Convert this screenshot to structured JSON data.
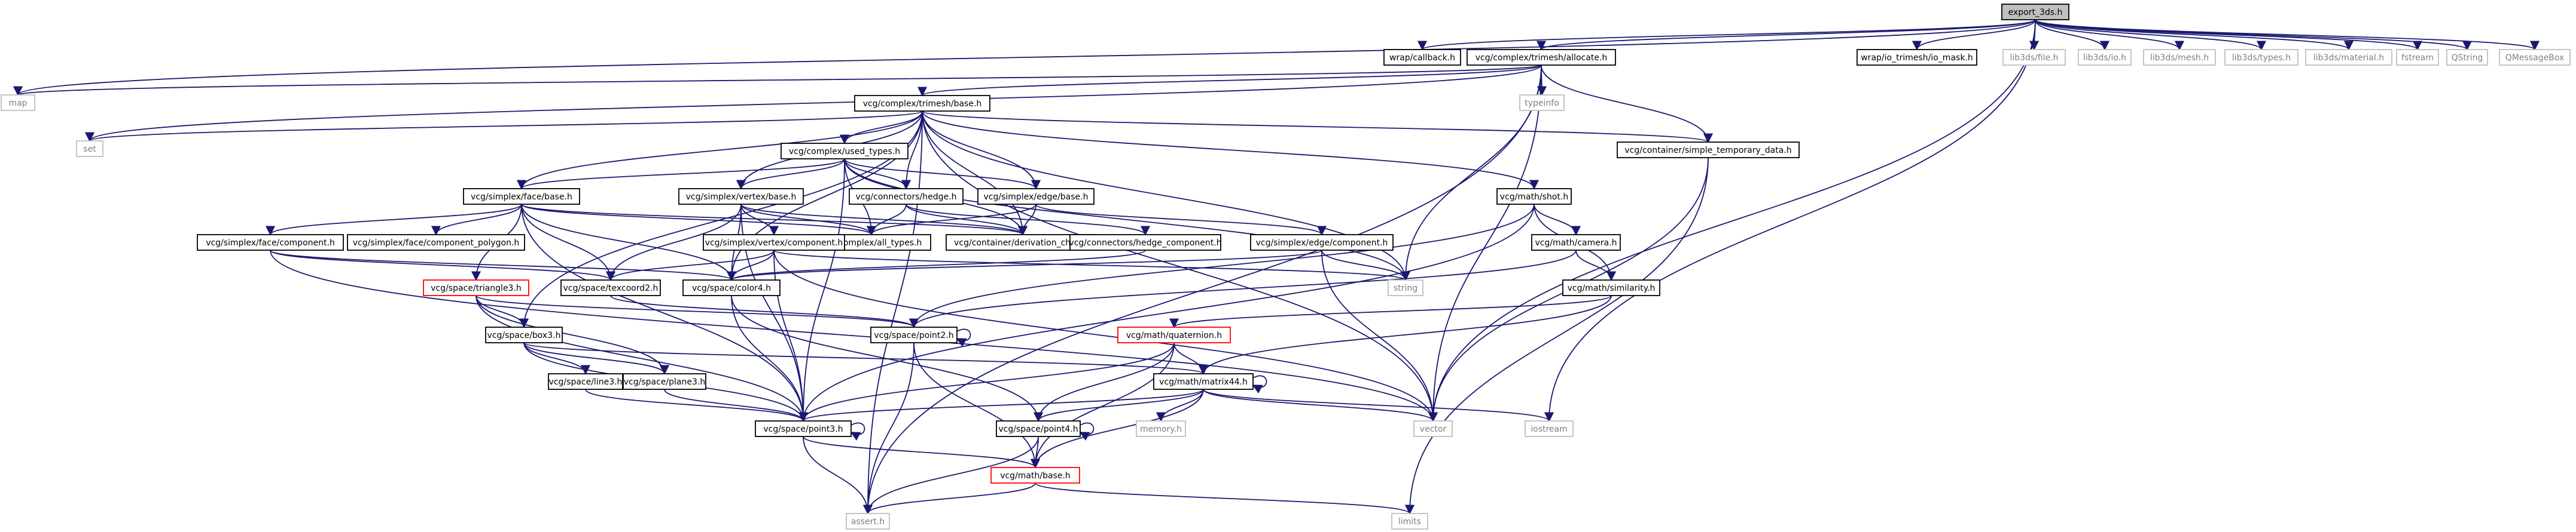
{
  "colors": {
    "edge": "#191970",
    "edge_gray": "#a9a9a9",
    "root_fill": "#bfbfbf",
    "node_border": "#000000",
    "external_border": "#bfbfbf",
    "external_text": "#7f7f7f",
    "incomplete_border": "#ff0000",
    "node_text": "#000000"
  },
  "nodes": [
    {
      "id": "export_3ds",
      "label": "export_3ds.h",
      "style": "root"
    },
    {
      "id": "callback",
      "label": "wrap/callback.h",
      "style": "normal"
    },
    {
      "id": "allocate",
      "label": "vcg/complex/trimesh/allocate.h",
      "style": "normal"
    },
    {
      "id": "io_mask",
      "label": "wrap/io_trimesh/io_mask.h",
      "style": "normal"
    },
    {
      "id": "lib3ds_file",
      "label": "lib3ds/file.h",
      "style": "external"
    },
    {
      "id": "lib3ds_io",
      "label": "lib3ds/io.h",
      "style": "external"
    },
    {
      "id": "lib3ds_mesh",
      "label": "lib3ds/mesh.h",
      "style": "external"
    },
    {
      "id": "lib3ds_types",
      "label": "lib3ds/types.h",
      "style": "external"
    },
    {
      "id": "lib3ds_material",
      "label": "lib3ds/material.h",
      "style": "external"
    },
    {
      "id": "fstream",
      "label": "fstream",
      "style": "external"
    },
    {
      "id": "qstring",
      "label": "QString",
      "style": "external"
    },
    {
      "id": "qmessagebox",
      "label": "QMessageBox",
      "style": "external"
    },
    {
      "id": "map",
      "label": "map",
      "style": "external"
    },
    {
      "id": "typeinfo",
      "label": "typeinfo",
      "style": "external"
    },
    {
      "id": "trimesh_base",
      "label": "vcg/complex/trimesh/base.h",
      "style": "normal"
    },
    {
      "id": "set",
      "label": "set",
      "style": "external"
    },
    {
      "id": "used_types",
      "label": "vcg/complex/used_types.h",
      "style": "normal"
    },
    {
      "id": "simple_temp",
      "label": "vcg/container/simple_temporary_data.h",
      "style": "normal"
    },
    {
      "id": "face_base",
      "label": "vcg/simplex/face/base.h",
      "style": "normal"
    },
    {
      "id": "vertex_base",
      "label": "vcg/simplex/vertex/base.h",
      "style": "normal"
    },
    {
      "id": "hedge",
      "label": "vcg/connectors/hedge.h",
      "style": "normal"
    },
    {
      "id": "edge_base",
      "label": "vcg/simplex/edge/base.h",
      "style": "normal"
    },
    {
      "id": "shot",
      "label": "vcg/math/shot.h",
      "style": "normal"
    },
    {
      "id": "face_comp",
      "label": "vcg/simplex/face/component.h",
      "style": "normal"
    },
    {
      "id": "face_comp_poly",
      "label": "vcg/simplex/face/component_polygon.h",
      "style": "normal"
    },
    {
      "id": "all_types",
      "label": "vcg/complex/all_types.h",
      "style": "normal"
    },
    {
      "id": "deriv_chain",
      "label": "vcg/container/derivation_chain.h",
      "style": "normal"
    },
    {
      "id": "hedge_comp",
      "label": "vcg/connectors/hedge_component.h",
      "style": "normal"
    },
    {
      "id": "edge_comp",
      "label": "vcg/simplex/edge/component.h",
      "style": "normal"
    },
    {
      "id": "camera",
      "label": "vcg/math/camera.h",
      "style": "normal"
    },
    {
      "id": "vertex_comp",
      "label": "vcg/simplex/vertex/component.h",
      "style": "normal"
    },
    {
      "id": "string",
      "label": "string",
      "style": "external"
    },
    {
      "id": "triangle3",
      "label": "vcg/space/triangle3.h",
      "style": "incomplete"
    },
    {
      "id": "texcoord2",
      "label": "vcg/space/texcoord2.h",
      "style": "normal"
    },
    {
      "id": "color4",
      "label": "vcg/space/color4.h",
      "style": "normal"
    },
    {
      "id": "similarity",
      "label": "vcg/math/similarity.h",
      "style": "normal"
    },
    {
      "id": "box3",
      "label": "vcg/space/box3.h",
      "style": "normal"
    },
    {
      "id": "point2",
      "label": "vcg/space/point2.h",
      "style": "normal"
    },
    {
      "id": "quaternion",
      "label": "vcg/math/quaternion.h",
      "style": "incomplete"
    },
    {
      "id": "line3",
      "label": "vcg/space/line3.h",
      "style": "normal"
    },
    {
      "id": "plane3",
      "label": "vcg/space/plane3.h",
      "style": "normal"
    },
    {
      "id": "matrix44",
      "label": "vcg/math/matrix44.h",
      "style": "normal"
    },
    {
      "id": "point3",
      "label": "vcg/space/point3.h",
      "style": "normal"
    },
    {
      "id": "point4",
      "label": "vcg/space/point4.h",
      "style": "normal"
    },
    {
      "id": "memory",
      "label": "memory.h",
      "style": "external"
    },
    {
      "id": "vector",
      "label": "vector",
      "style": "external"
    },
    {
      "id": "iostream",
      "label": "iostream",
      "style": "external"
    },
    {
      "id": "math_base",
      "label": "vcg/math/base.h",
      "style": "incomplete"
    },
    {
      "id": "assert",
      "label": "assert.h",
      "style": "external"
    },
    {
      "id": "limits",
      "label": "limits",
      "style": "external"
    }
  ],
  "edges": [
    [
      "export_3ds",
      "callback"
    ],
    [
      "export_3ds",
      "allocate"
    ],
    [
      "export_3ds",
      "io_mask"
    ],
    [
      "export_3ds",
      "lib3ds_file"
    ],
    [
      "export_3ds",
      "lib3ds_io"
    ],
    [
      "export_3ds",
      "lib3ds_mesh"
    ],
    [
      "export_3ds",
      "lib3ds_types"
    ],
    [
      "export_3ds",
      "lib3ds_material"
    ],
    [
      "export_3ds",
      "fstream"
    ],
    [
      "export_3ds",
      "qstring"
    ],
    [
      "export_3ds",
      "qmessagebox"
    ],
    [
      "export_3ds",
      "map"
    ],
    [
      "export_3ds",
      "vector"
    ],
    [
      "export_3ds",
      "iostream"
    ],
    [
      "allocate",
      "trimesh_base"
    ],
    [
      "allocate",
      "typeinfo"
    ],
    [
      "allocate",
      "simple_temp"
    ],
    [
      "allocate",
      "map"
    ],
    [
      "allocate",
      "set"
    ],
    [
      "allocate",
      "assert"
    ],
    [
      "allocate",
      "string"
    ],
    [
      "allocate",
      "vector"
    ],
    [
      "trimesh_base",
      "used_types"
    ],
    [
      "trimesh_base",
      "face_base"
    ],
    [
      "trimesh_base",
      "vertex_base"
    ],
    [
      "trimesh_base",
      "hedge"
    ],
    [
      "trimesh_base",
      "edge_base"
    ],
    [
      "trimesh_base",
      "shot"
    ],
    [
      "trimesh_base",
      "simple_temp"
    ],
    [
      "trimesh_base",
      "box3"
    ],
    [
      "trimesh_base",
      "deriv_chain"
    ],
    [
      "trimesh_base",
      "color4"
    ],
    [
      "trimesh_base",
      "set"
    ],
    [
      "trimesh_base",
      "assert"
    ],
    [
      "trimesh_base",
      "string"
    ],
    [
      "trimesh_base",
      "vector"
    ],
    [
      "used_types",
      "face_base"
    ],
    [
      "used_types",
      "vertex_base"
    ],
    [
      "used_types",
      "hedge"
    ],
    [
      "used_types",
      "edge_base"
    ],
    [
      "used_types",
      "all_types"
    ],
    [
      "used_types",
      "deriv_chain"
    ],
    [
      "used_types",
      "string"
    ],
    [
      "used_types",
      "point3"
    ],
    [
      "simple_temp",
      "vector"
    ],
    [
      "simple_temp",
      "limits"
    ],
    [
      "face_base",
      "face_comp"
    ],
    [
      "face_base",
      "face_comp_poly"
    ],
    [
      "face_base",
      "all_types"
    ],
    [
      "face_base",
      "deriv_chain"
    ],
    [
      "face_base",
      "triangle3"
    ],
    [
      "face_base",
      "color4"
    ],
    [
      "face_base",
      "texcoord2"
    ],
    [
      "face_base",
      "point3"
    ],
    [
      "vertex_base",
      "all_types"
    ],
    [
      "vertex_base",
      "deriv_chain"
    ],
    [
      "vertex_base",
      "vertex_comp"
    ],
    [
      "vertex_base",
      "color4"
    ],
    [
      "vertex_base",
      "texcoord2"
    ],
    [
      "vertex_base",
      "point3"
    ],
    [
      "hedge",
      "all_types"
    ],
    [
      "hedge",
      "deriv_chain"
    ],
    [
      "hedge",
      "hedge_comp"
    ],
    [
      "edge_base",
      "all_types"
    ],
    [
      "edge_base",
      "deriv_chain"
    ],
    [
      "edge_base",
      "edge_comp"
    ],
    [
      "shot",
      "camera"
    ],
    [
      "shot",
      "similarity"
    ],
    [
      "shot",
      "point2"
    ],
    [
      "shot",
      "point3"
    ],
    [
      "face_comp",
      "texcoord2"
    ],
    [
      "face_comp",
      "color4"
    ],
    [
      "face_comp",
      "vector"
    ],
    [
      "hedge_comp",
      "color4"
    ],
    [
      "edge_comp",
      "color4"
    ],
    [
      "edge_comp",
      "string"
    ],
    [
      "edge_comp",
      "vector"
    ],
    [
      "camera",
      "similarity"
    ],
    [
      "camera",
      "point2"
    ],
    [
      "vertex_comp",
      "texcoord2"
    ],
    [
      "vertex_comp",
      "color4"
    ],
    [
      "vertex_comp",
      "point3"
    ],
    [
      "vertex_comp",
      "string"
    ],
    [
      "vertex_comp",
      "vector"
    ],
    [
      "triangle3",
      "box3"
    ],
    [
      "triangle3",
      "point3"
    ],
    [
      "triangle3",
      "plane3"
    ],
    [
      "triangle3",
      "point2"
    ],
    [
      "texcoord2",
      "point2"
    ],
    [
      "color4",
      "point3"
    ],
    [
      "color4",
      "point4"
    ],
    [
      "similarity",
      "quaternion"
    ],
    [
      "similarity",
      "matrix44"
    ],
    [
      "box3",
      "line3"
    ],
    [
      "box3",
      "plane3"
    ],
    [
      "box3",
      "point3"
    ],
    [
      "box3",
      "matrix44"
    ],
    [
      "point2",
      "point2"
    ],
    [
      "point2",
      "assert"
    ],
    [
      "point2",
      "math_base"
    ],
    [
      "quaternion",
      "point3"
    ],
    [
      "quaternion",
      "point4"
    ],
    [
      "quaternion",
      "matrix44"
    ],
    [
      "quaternion",
      "math_base"
    ],
    [
      "line3",
      "point3"
    ],
    [
      "plane3",
      "point3"
    ],
    [
      "matrix44",
      "matrix44"
    ],
    [
      "matrix44",
      "memory"
    ],
    [
      "matrix44",
      "point3"
    ],
    [
      "matrix44",
      "point4"
    ],
    [
      "matrix44",
      "vector"
    ],
    [
      "matrix44",
      "iostream"
    ],
    [
      "matrix44",
      "math_base"
    ],
    [
      "point3",
      "point3"
    ],
    [
      "point3",
      "assert"
    ],
    [
      "point3",
      "math_base"
    ],
    [
      "point4",
      "point4"
    ],
    [
      "point4",
      "assert"
    ],
    [
      "point4",
      "math_base"
    ],
    [
      "math_base",
      "assert"
    ],
    [
      "math_base",
      "limits"
    ]
  ]
}
